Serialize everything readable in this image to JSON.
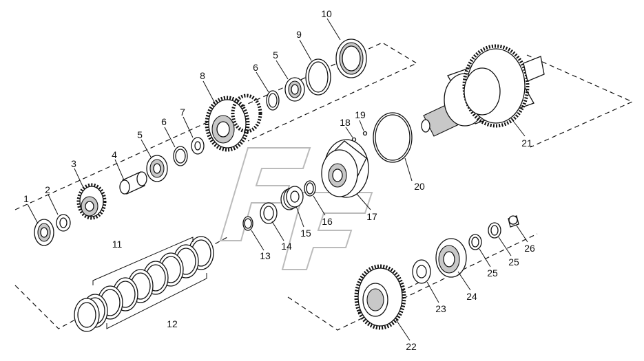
{
  "callouts": {
    "c1": "1",
    "c2": "2",
    "c3": "3",
    "c4": "4",
    "c5a": "5",
    "c5b": "5",
    "c6a": "6",
    "c6b": "6",
    "c7": "7",
    "c8": "8",
    "c9": "9",
    "c10": "10",
    "c11": "11",
    "c12": "12",
    "c13": "13",
    "c14": "14",
    "c15": "15",
    "c16": "16",
    "c17": "17",
    "c18": "18",
    "c19": "19",
    "c20": "20",
    "c21": "21",
    "c22": "22",
    "c23": "23",
    "c24": "24",
    "c25a": "25",
    "c25b": "25",
    "c26": "26"
  }
}
